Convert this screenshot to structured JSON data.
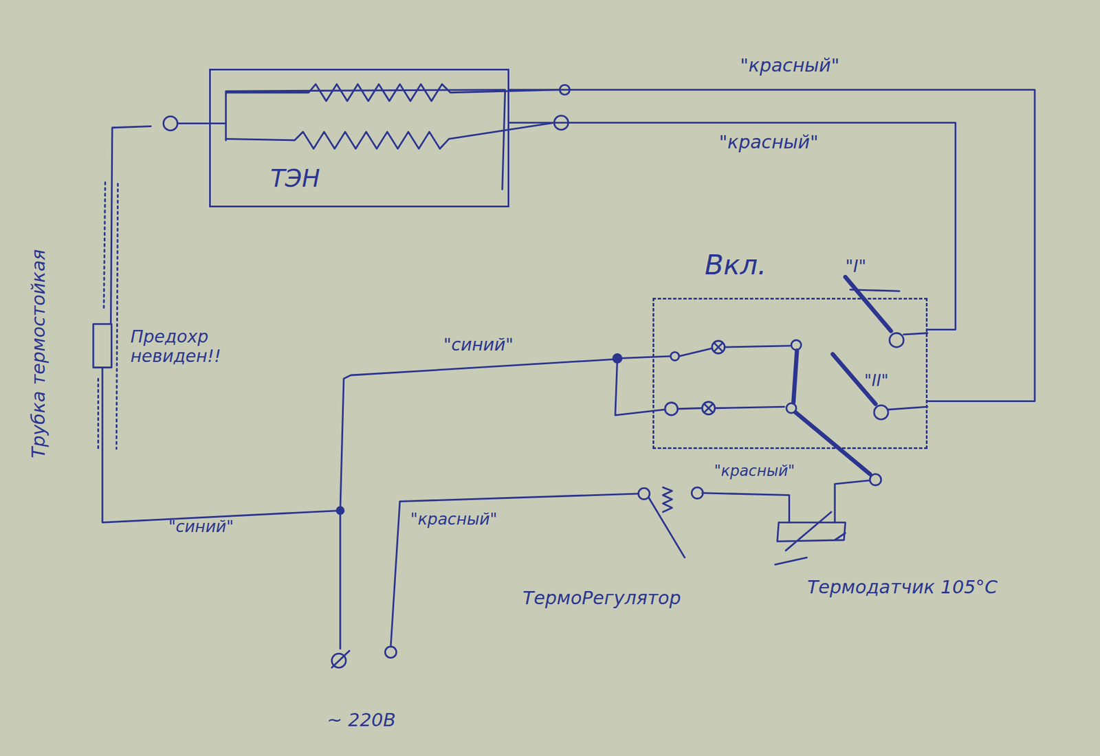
{
  "diagram": {
    "nodes": [
      {
        "text": [
          "ТЭН"
        ]
      },
      {
        "text": [
          "Вкл."
        ]
      }
    ],
    "edges": [
      {
        "from": 0,
        "to": 1,
        "arrow": "none",
        "label": "\"красный\""
      },
      {
        "from": 0,
        "to": 1,
        "arrow": "none",
        "label": "\"красный\""
      }
    ],
    "labels": [
      "Трубка термостойкая",
      "Предохр невиден!!",
      "\"синий\"",
      "\"синий\"",
      "\"I\"",
      "\"II\"",
      "\"красный\"",
      "\"красный\"",
      "ТермоРегулятор",
      "Термодатчик 105°С",
      "~ 220В"
    ]
  }
}
